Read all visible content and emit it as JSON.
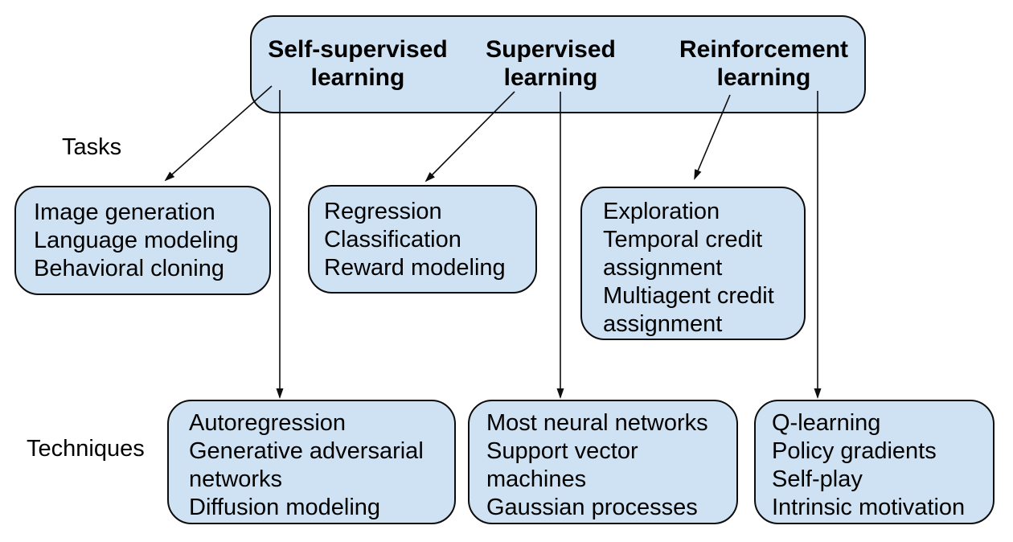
{
  "colors": {
    "background": "#ffffff",
    "box_fill": "#cfe2f3",
    "box_border": "#0d0d0d",
    "arrow": "#0d0d0d",
    "text": "#000000"
  },
  "paradigms": [
    {
      "line1": "Self-supervised",
      "line2": "learning"
    },
    {
      "line1": "Supervised",
      "line2": "learning"
    },
    {
      "line1": "Reinforcement",
      "line2": "learning"
    }
  ],
  "row_labels": {
    "tasks": "Tasks",
    "techniques": "Techniques"
  },
  "tasks": [
    {
      "paradigm": "Self-supervised learning",
      "lines": [
        "Image generation",
        "Language modeling",
        "Behavioral cloning"
      ]
    },
    {
      "paradigm": "Supervised learning",
      "lines": [
        "Regression",
        "Classification",
        "Reward modeling"
      ]
    },
    {
      "paradigm": "Reinforcement learning",
      "lines": [
        "Exploration",
        "Temporal credit",
        "assignment",
        "Multiagent credit",
        "assignment"
      ]
    }
  ],
  "techniques": [
    {
      "paradigm": "Self-supervised learning",
      "lines": [
        "Autoregression",
        "Generative adversarial",
        "networks",
        "Diffusion modeling"
      ]
    },
    {
      "paradigm": "Supervised learning",
      "lines": [
        "Most neural networks",
        "Support vector",
        "machines",
        "Gaussian processes"
      ]
    },
    {
      "paradigm": "Reinforcement learning",
      "lines": [
        "Q-learning",
        "Policy gradients",
        "Self-play",
        "Intrinsic motivation"
      ]
    }
  ]
}
